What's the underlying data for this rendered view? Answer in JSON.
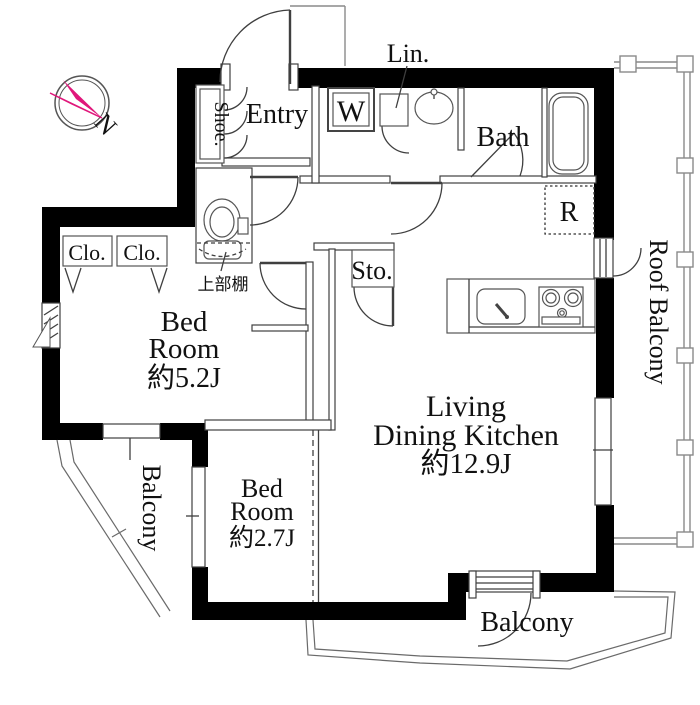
{
  "meta": {
    "type": "apartment-floor-plan"
  },
  "colors": {
    "wall": "#000000",
    "thin_line": "#3f3f3f",
    "railing": "#8a8a8a",
    "compass_accent": "#e0177b"
  },
  "compass": {
    "north_label": "N"
  },
  "labels": {
    "linen": "Lin.",
    "shoe": "Shoe.",
    "entry": "Entry",
    "washer": "W",
    "bath": "Bath",
    "refrigerator": "R",
    "storage": "Sto.",
    "upper_shelf": "上部棚",
    "closet_left": "Clo.",
    "closet_right": "Clo.",
    "balcony_left": "Balcony",
    "balcony_bottom": "Balcony",
    "roof_balcony": "Roof Balcony"
  },
  "rooms": {
    "bedroom_1": {
      "line1": "Bed",
      "line2": "Room",
      "area": "約5.2J"
    },
    "bedroom_2": {
      "line1": "Bed",
      "line2": "Room",
      "area": "約2.7J"
    },
    "ldk": {
      "line1": "Living",
      "line2": "Dining Kitchen",
      "area": "約12.9J"
    }
  }
}
